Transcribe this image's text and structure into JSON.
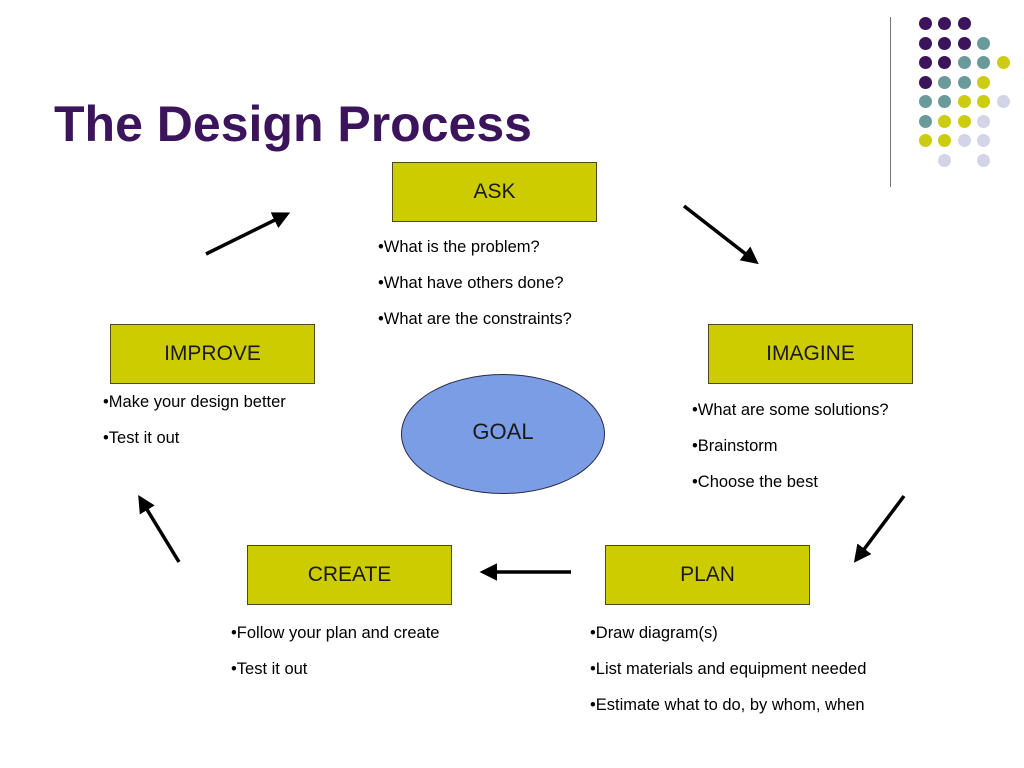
{
  "title": "The Design Process",
  "colors": {
    "title": "#3c145c",
    "box_fill": "#cccc00",
    "goal_fill": "#7b9de6",
    "dot_purple": "#3c145c",
    "dot_teal": "#6b9a9a",
    "dot_yellow": "#cccc11",
    "dot_lavender": "#d4d4e8"
  },
  "steps": {
    "ask": {
      "label": "ASK",
      "bullets": [
        "•What is the problem?",
        "•What have others done?",
        "•What are the constraints?"
      ]
    },
    "imagine": {
      "label": "IMAGINE",
      "bullets": [
        "•What are some solutions?",
        "•Brainstorm",
        "•Choose the best"
      ]
    },
    "plan": {
      "label": "PLAN",
      "bullets": [
        "•Draw diagram(s)",
        "•List materials and equipment needed",
        "•Estimate what to do, by whom, when"
      ]
    },
    "create": {
      "label": "CREATE",
      "bullets": [
        "•Follow your plan and create",
        "•Test it out"
      ]
    },
    "improve": {
      "label": "IMPROVE",
      "bullets": [
        "•Make your design better",
        "•Test it out"
      ]
    }
  },
  "goal": {
    "label": "GOAL"
  },
  "decoration": {
    "dot_rows": [
      [
        "",
        "purple",
        "purple",
        "purple",
        ""
      ],
      [
        "",
        "purple",
        "purple",
        "purple",
        "teal"
      ],
      [
        "",
        "purple",
        "purple",
        "teal",
        "teal",
        "yellow"
      ],
      [
        "",
        "purple",
        "teal",
        "teal",
        "yellow"
      ],
      [
        "",
        "teal",
        "teal",
        "yellow",
        "yellow",
        "lavender"
      ],
      [
        "",
        "teal",
        "yellow",
        "yellow",
        "lavender"
      ],
      [
        "",
        "yellow",
        "yellow",
        "lavender",
        "lavender"
      ],
      [
        "",
        "",
        "lavender",
        "",
        "lavender"
      ]
    ]
  }
}
